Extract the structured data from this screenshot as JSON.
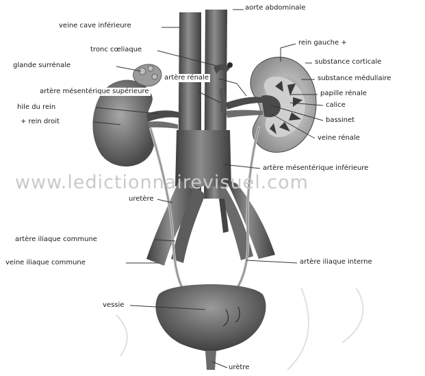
{
  "labels": {
    "aorte_abdominale": "aorte abdominale",
    "veine_cave_inferieure": "veine cave inférieure",
    "tronc_coeliaque": "tronc cœliaque",
    "glande_surrenale": "glande surrénale",
    "artere_renale": "artère rénale",
    "artere_mesenterique_superieure": "artère mésentérique supérieure",
    "hile_du_rein": "hile du rein",
    "rein_droit": "+ rein droit",
    "rein_gauche": "rein gauche +",
    "substance_corticale": "substance corticale",
    "substance_medullaire": "substance médullaire",
    "papille_renale": "papille rénale",
    "calice": "calice",
    "bassinet": "bassinet",
    "veine_renale": "veine rénale",
    "artere_mesenterique_inferieure": "artère mésentérique inférieure",
    "uretere": "uretère",
    "artere_iliaque_commune": "artère iliaque commune",
    "veine_iliaque_commune": "veine iliaque commune",
    "artere_iliaque_interne": "artère iliaque interne",
    "vessie": "vessie",
    "uretre": "urètre"
  },
  "watermark": "www.ledictionnairevisuel.com",
  "colors": {
    "organ_dark": "#5a5a5a",
    "organ_mid": "#8a8a8a",
    "organ_light": "#c8c8c8",
    "leader_line": "#333333"
  }
}
